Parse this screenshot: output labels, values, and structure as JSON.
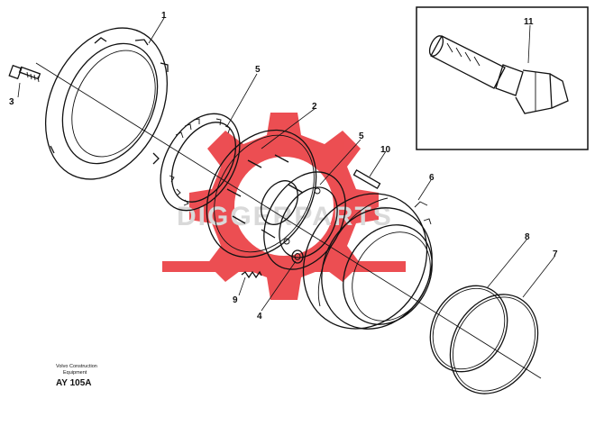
{
  "diagram": {
    "callouts": [
      {
        "id": "c1",
        "label": "1"
      },
      {
        "id": "c2",
        "label": "2"
      },
      {
        "id": "c3",
        "label": "3"
      },
      {
        "id": "c4",
        "label": "4"
      },
      {
        "id": "c5a",
        "label": "5"
      },
      {
        "id": "c5b",
        "label": "5"
      },
      {
        "id": "c6",
        "label": "6"
      },
      {
        "id": "c7",
        "label": "7"
      },
      {
        "id": "c8",
        "label": "8"
      },
      {
        "id": "c9",
        "label": "9"
      },
      {
        "id": "c10",
        "label": "10"
      },
      {
        "id": "c11",
        "label": "11"
      }
    ],
    "footer": {
      "line1": "Volvo Construction",
      "line2": "Equipment",
      "code": "AY 105A"
    },
    "watermark": {
      "text": "DIGGERPARTS",
      "color": "#e8343a"
    }
  }
}
